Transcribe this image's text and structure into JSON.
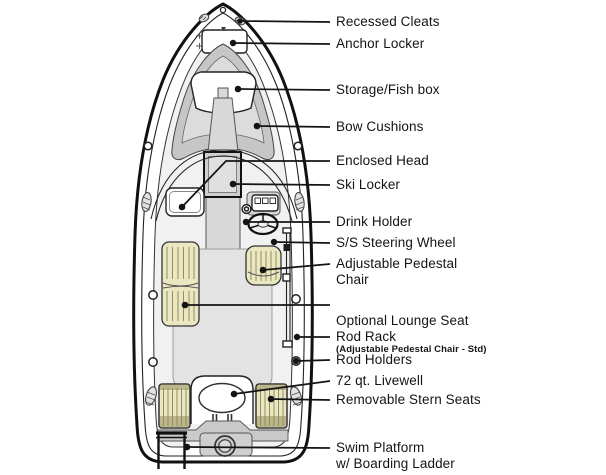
{
  "figure": {
    "type": "boat-deck-plan-diagram",
    "labels": [
      {
        "name": "recessed-cleats",
        "text": "Recessed Cleats"
      },
      {
        "name": "anchor-locker",
        "text": "Anchor Locker"
      },
      {
        "name": "storage-fish-box",
        "text": "Storage/Fish box"
      },
      {
        "name": "bow-cushions",
        "text": "Bow Cushions"
      },
      {
        "name": "enclosed-head",
        "text": "Enclosed Head"
      },
      {
        "name": "ski-locker",
        "text": "Ski Locker"
      },
      {
        "name": "drink-holder",
        "text": "Drink Holder"
      },
      {
        "name": "ss-steering-wheel",
        "text": "S/S Steering Wheel"
      },
      {
        "name": "adjustable-pedestal-chair",
        "text": "Adjustable Pedestal\nChair"
      },
      {
        "name": "optional-lounge-seat",
        "text": "Optional Lounge Seat",
        "subtext": "(Adjustable Pedestal Chair - Std)"
      },
      {
        "name": "rod-rack",
        "text": "Rod Rack"
      },
      {
        "name": "rod-holders",
        "text": "Rod Holders"
      },
      {
        "name": "livewell",
        "text": "72 qt. Livewell"
      },
      {
        "name": "removable-stern-seats",
        "text": "Removable Stern Seats"
      },
      {
        "name": "swim-platform",
        "text": "Swim Platform\nw/ Boarding Ladder"
      }
    ],
    "colors": {
      "background": "#ffffff",
      "line": "#111111",
      "seat_tan": "#ebe7c0",
      "seat_olive": "#bcb689",
      "cushion_gray": "#c6c6c6",
      "deck_gray": "#f1f1f1",
      "floor_gray": "#e3e3e3",
      "platform_gray": "#cfcfcf"
    }
  }
}
